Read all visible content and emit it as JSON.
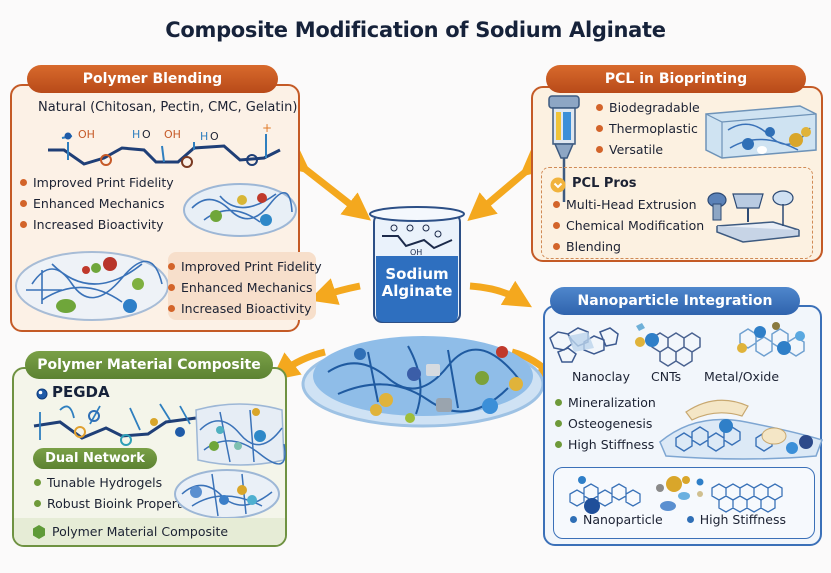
{
  "title": "Composite Modification of Sodium Alginate",
  "colors": {
    "orange_accent": "#c45a26",
    "green_accent": "#6f9242",
    "blue_accent": "#3b70b8",
    "arrow": "#f4a81e",
    "title": "#16223a"
  },
  "center": {
    "label_line1": "Sodium",
    "label_line2": "Alginate",
    "molecule_label": "OH"
  },
  "polymer_blending": {
    "header": "Polymer Blending",
    "subtitle": "Natural (Chitosan, Pectin, CMC, Gelatin)",
    "molecule_labels": [
      "OH",
      "H",
      "O",
      "OH",
      "H",
      "O"
    ],
    "bullets": [
      "Improved Print Fidelity",
      "Enhanced Mechanics",
      "Increased Bioactivity"
    ],
    "bullets_repeat": [
      "Improved Print Fidelity",
      "Enhanced Mechanics",
      "Increased Bioactivity"
    ]
  },
  "pcl_bioprinting": {
    "header": "PCL in Bioprinting",
    "bullets": [
      "Biodegradable",
      "Thermoplastic",
      "Versatile"
    ],
    "pros_title": "PCL Pros",
    "pros": [
      "Multi-Head Extrusion",
      "Chemical Modification",
      "Blending"
    ]
  },
  "polymer_composite": {
    "header": "Polymer Material Composite",
    "pegda_label": "PEGDA",
    "dual_network": "Dual Network",
    "bullets": [
      "Tunable Hydrogels",
      "Robust Bioink Properties"
    ],
    "footer": "Polymer Material Composite"
  },
  "nanoparticle": {
    "header": "Nanoparticle Integration",
    "types": [
      "Nanoclay",
      "CNTs",
      "Metal/Oxide"
    ],
    "bullets": [
      "Mineralization",
      "Osteogenesis",
      "High Stiffness"
    ],
    "legend": [
      "Nanoparticle",
      "High Stiffness"
    ]
  }
}
